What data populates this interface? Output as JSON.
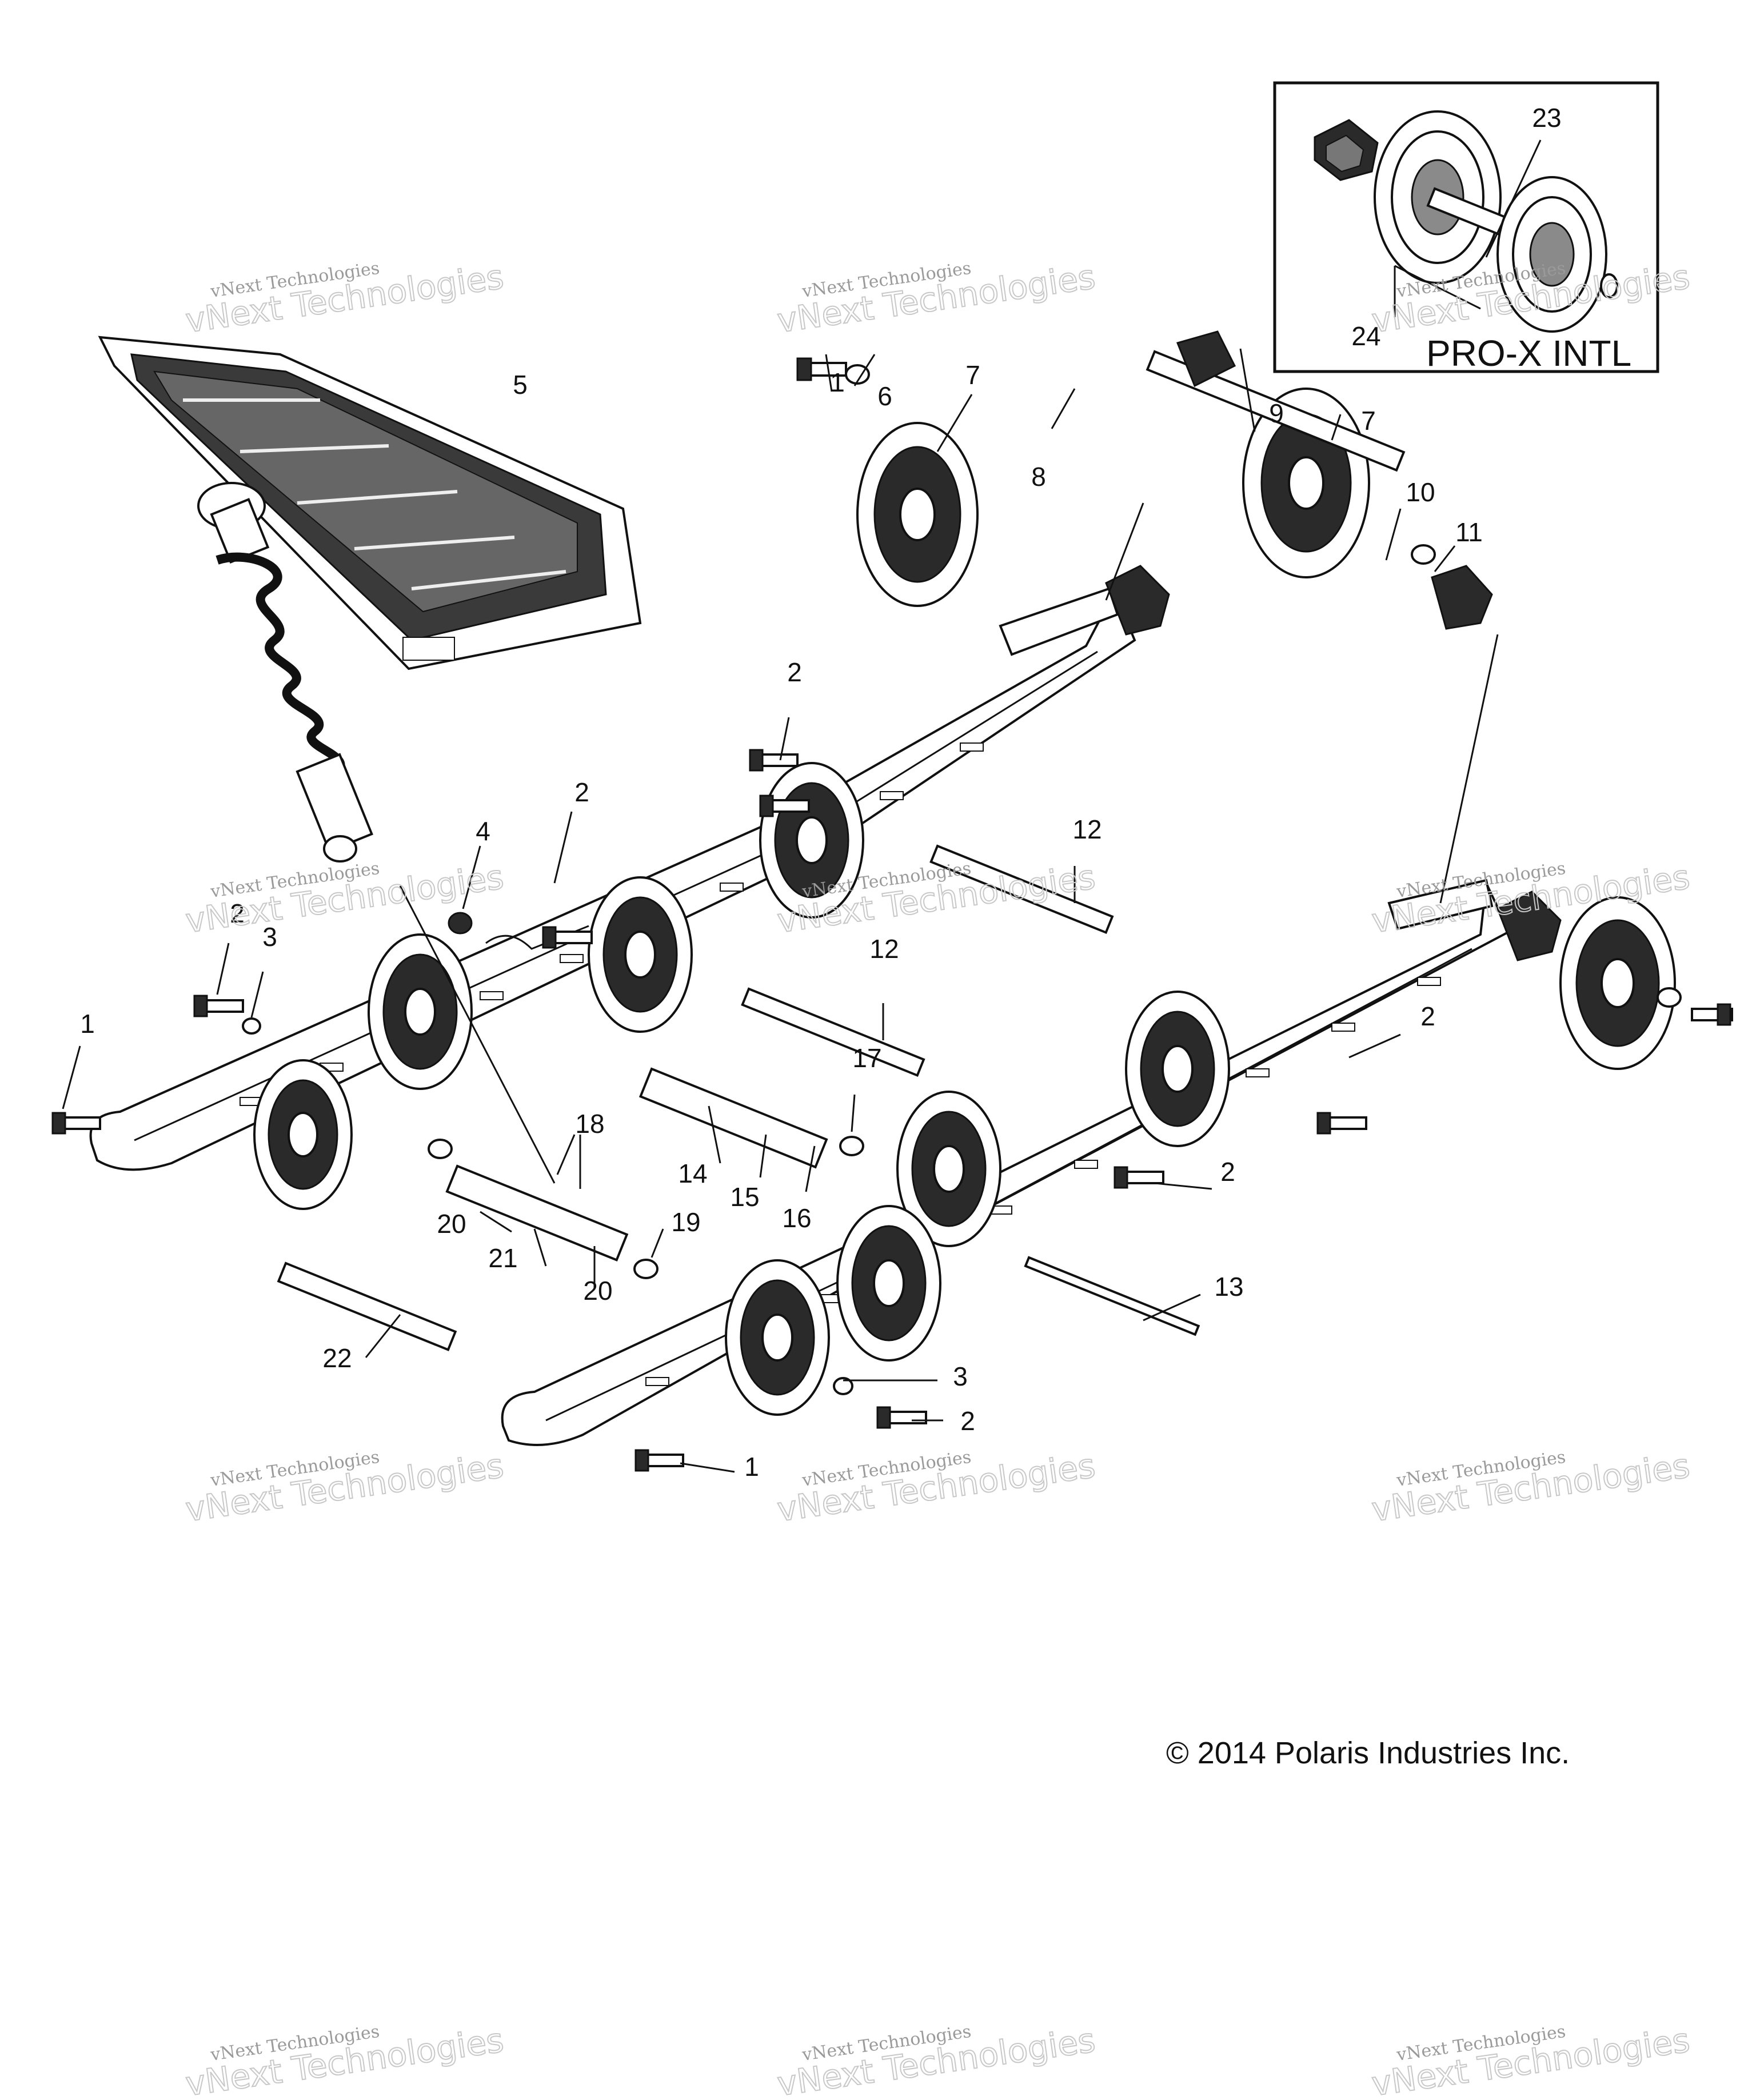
{
  "inset": {
    "title": "PRO-X INTL"
  },
  "copyright": "© 2014 Polaris Industries Inc.",
  "watermark": {
    "line1": "vNext Technologies",
    "line2": "vNext Technologies"
  },
  "callouts": [
    {
      "id": "c1",
      "label": "23"
    },
    {
      "id": "c2",
      "label": "24"
    },
    {
      "id": "c3",
      "label": "5"
    },
    {
      "id": "c4",
      "label": "1"
    },
    {
      "id": "c5",
      "label": "6"
    },
    {
      "id": "c6",
      "label": "7"
    },
    {
      "id": "c7",
      "label": "8"
    },
    {
      "id": "c8",
      "label": "9"
    },
    {
      "id": "c9",
      "label": "7"
    },
    {
      "id": "c10",
      "label": "10"
    },
    {
      "id": "c11",
      "label": "11"
    },
    {
      "id": "c12",
      "label": "2"
    },
    {
      "id": "c13",
      "label": "2"
    },
    {
      "id": "c14",
      "label": "4"
    },
    {
      "id": "c15",
      "label": "2"
    },
    {
      "id": "c16",
      "label": "3"
    },
    {
      "id": "c17",
      "label": "1"
    },
    {
      "id": "c18",
      "label": "12"
    },
    {
      "id": "c19",
      "label": "12"
    },
    {
      "id": "c20",
      "label": "17"
    },
    {
      "id": "c21",
      "label": "18"
    },
    {
      "id": "c22",
      "label": "14"
    },
    {
      "id": "c23",
      "label": "15"
    },
    {
      "id": "c24",
      "label": "16"
    },
    {
      "id": "c25",
      "label": "2"
    },
    {
      "id": "c26",
      "label": "2"
    },
    {
      "id": "c27",
      "label": "20"
    },
    {
      "id": "c28",
      "label": "21"
    },
    {
      "id": "c29",
      "label": "20"
    },
    {
      "id": "c30",
      "label": "19"
    },
    {
      "id": "c31",
      "label": "13"
    },
    {
      "id": "c32",
      "label": "22"
    },
    {
      "id": "c33",
      "label": "3"
    },
    {
      "id": "c34",
      "label": "2"
    },
    {
      "id": "c35",
      "label": "1"
    }
  ]
}
